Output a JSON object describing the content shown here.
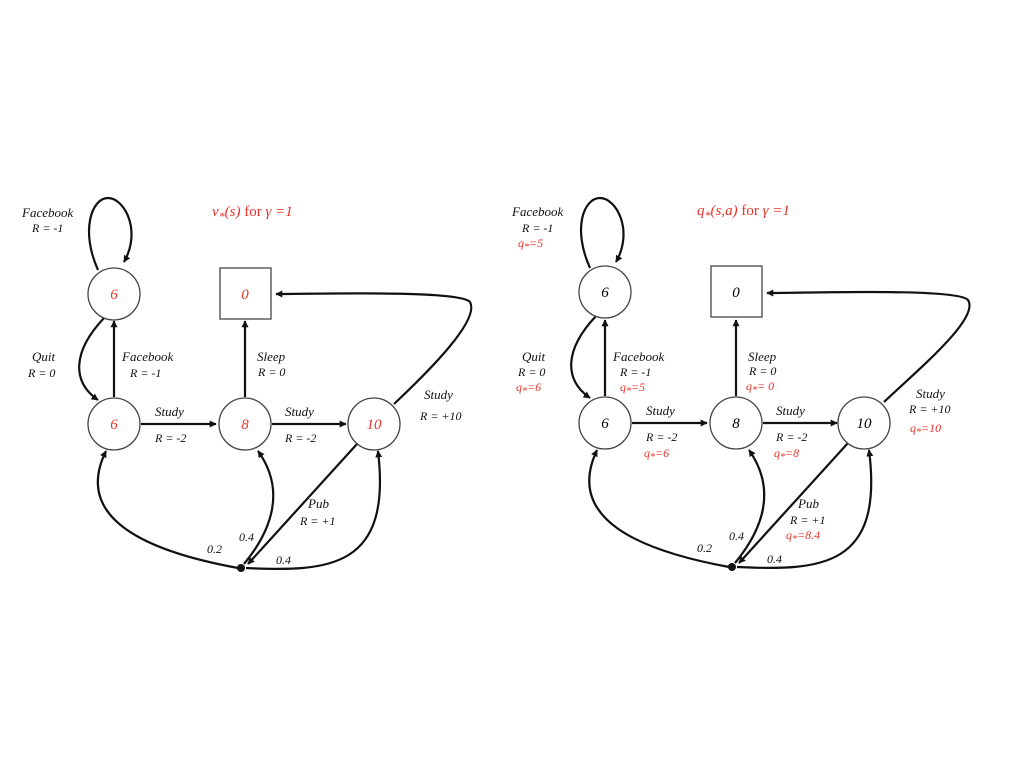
{
  "left": {
    "title": {
      "main": "v",
      "sub": "*",
      "rest": "(s)",
      "for": " for ",
      "gamma": "γ =1"
    },
    "states": {
      "facebook": "6",
      "class1": "6",
      "class2": "8",
      "class3": "10",
      "sleep": "0"
    },
    "edges": {
      "facebook_loop": {
        "action": "Facebook",
        "reward": "R = -1"
      },
      "quit": {
        "action": "Quit",
        "reward": "R = 0"
      },
      "facebook": {
        "action": "Facebook",
        "reward": "R = -1"
      },
      "study1": {
        "action": "Study",
        "reward": "R = -2"
      },
      "sleep": {
        "action": "Sleep",
        "reward": "R = 0"
      },
      "study2": {
        "action": "Study",
        "reward": "R = -2"
      },
      "study3": {
        "action": "Study",
        "reward": "R = +10"
      },
      "pub": {
        "action": "Pub",
        "reward": "R = +1"
      }
    },
    "probs": {
      "p_class1": "0.2",
      "p_class2": "0.4",
      "p_class3": "0.4"
    }
  },
  "right": {
    "title": {
      "main": "q",
      "sub": "*",
      "rest": "(s,a)",
      "for": " for ",
      "gamma": "γ =1"
    },
    "states": {
      "facebook": "6",
      "class1": "6",
      "class2": "8",
      "class3": "10",
      "sleep": "0"
    },
    "edges": {
      "facebook_loop": {
        "action": "Facebook",
        "reward": "R = -1",
        "q": "=5"
      },
      "quit": {
        "action": "Quit",
        "reward": "R = 0",
        "q": "=6"
      },
      "facebook": {
        "action": "Facebook",
        "reward": "R = -1",
        "q": "=5"
      },
      "study1": {
        "action": "Study",
        "reward": "R = -2",
        "q": "=6"
      },
      "sleep": {
        "action": "Sleep",
        "reward": "R = 0",
        "q": "= 0"
      },
      "study2": {
        "action": "Study",
        "reward": "R = -2",
        "q": "=8"
      },
      "study3": {
        "action": "Study",
        "reward": "R = +10",
        "q": "=10"
      },
      "pub": {
        "action": "Pub",
        "reward": "R = +1",
        "q": "=8.4"
      }
    },
    "probs": {
      "p_class1": "0.2",
      "p_class2": "0.4",
      "p_class3": "0.4"
    },
    "q_symbol": {
      "main": "q",
      "sub": "*"
    }
  },
  "colors": {
    "value_red": "#e8332a",
    "ink": "#111111",
    "node_stroke": "#444444"
  }
}
